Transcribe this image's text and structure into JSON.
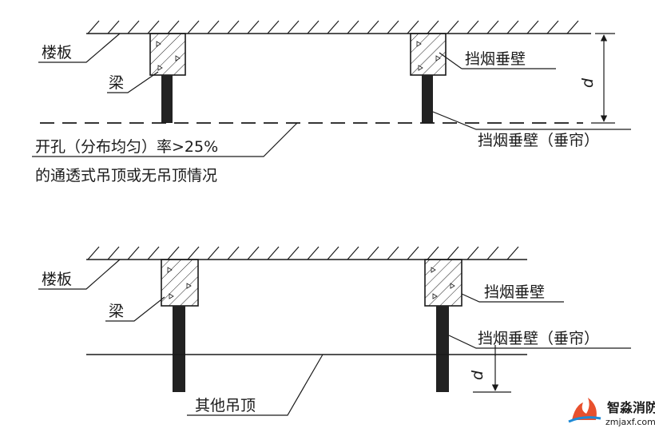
{
  "top": {
    "floor_label": "楼板",
    "beam_label": "梁",
    "smoke_wall_label": "挡烟垂壁",
    "smoke_curtain_label": "挡烟垂壁（垂帘）",
    "dimension_label": "d",
    "ceiling_desc_line1": "开孔（分布均匀）率>25%",
    "ceiling_desc_line2": "的通透式吊顶或无吊顶情况"
  },
  "bottom": {
    "floor_label": "楼板",
    "beam_label": "梁",
    "smoke_wall_label": "挡烟垂壁",
    "smoke_curtain_label": "挡烟垂壁（垂帘）",
    "dimension_label": "d",
    "ceiling_label": "其他吊顶"
  },
  "watermark": {
    "title": "智淼消防",
    "url": "zmjaxf.com"
  }
}
